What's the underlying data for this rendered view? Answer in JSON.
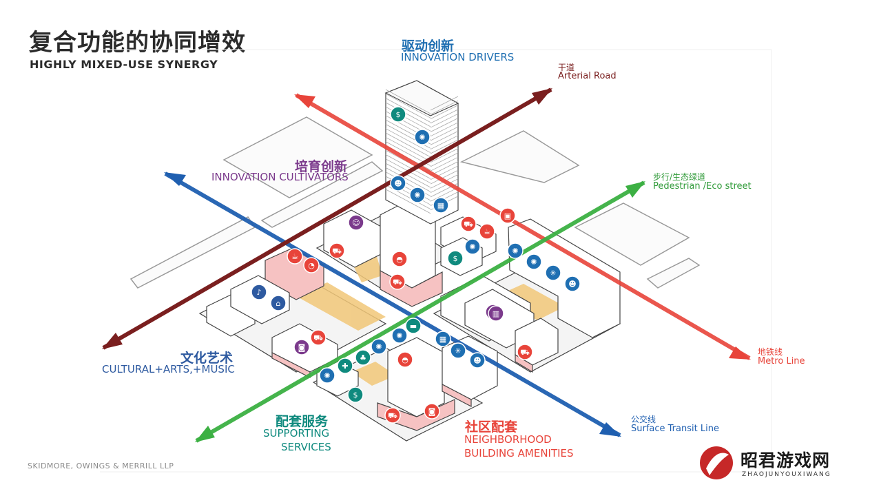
{
  "title": {
    "cn": "复合功能的协同增效",
    "en": "HIGHLY MIXED-USE SYNERGY"
  },
  "footer": "SKIDMORE, OWINGS & MERRILL LLP",
  "categories": {
    "drivers": {
      "cn": "驱动创新",
      "en": "INNOVATION DRIVERS",
      "color": "#1f6fb2"
    },
    "cultivators": {
      "cn": "培育创新",
      "en": "INNOVATION CULTIVATORS",
      "color": "#7b3a8c"
    },
    "culture": {
      "cn": "文化艺术",
      "en": "CULTURAL+ARTS,+MUSIC",
      "color": "#2e5aa0"
    },
    "supporting": {
      "cn": "配套服务",
      "en1": "SUPPORTING",
      "en2": "SERVICES",
      "color": "#0f8a7e"
    },
    "neighborhood": {
      "cn": "社区配套",
      "en1": "NEIGHBORHOOD",
      "en2": "BUILDING AMENITIES",
      "color": "#e8443a"
    }
  },
  "routes": {
    "arterial": {
      "cn": "干道",
      "en": "Arterial Road",
      "color": "#7a1f1f"
    },
    "pedestrian": {
      "cn": "步行/生态绿道",
      "en": "Pedestrian /Eco street",
      "color": "#3cb043"
    },
    "metro": {
      "cn": "地铁线",
      "en": "Metro Line",
      "color": "#e8443a"
    },
    "transit": {
      "cn": "公交线",
      "en": "Surface Transit Line",
      "color": "#1f5fb0"
    }
  },
  "watermark": {
    "text": "昭君游戏网",
    "sub": "ZHAOJUNYOUXIWANG"
  },
  "icons": [
    {
      "name": "dollar-icon",
      "color": "#0f8a7e"
    },
    {
      "name": "brain-icon",
      "color": "#1f6fb2"
    },
    {
      "name": "person-icon",
      "color": "#1f6fb2"
    },
    {
      "name": "brain-icon",
      "color": "#1f6fb2"
    },
    {
      "name": "presentation-icon",
      "color": "#1f6fb2"
    },
    {
      "name": "robot-icon",
      "color": "#7b3a8c"
    },
    {
      "name": "cart-icon",
      "color": "#e8443a"
    },
    {
      "name": "coffee-icon",
      "color": "#e8443a"
    },
    {
      "name": "train-icon",
      "color": "#e8443a"
    },
    {
      "name": "brain-icon",
      "color": "#1f6fb2"
    },
    {
      "name": "dollar-icon",
      "color": "#0f8a7e"
    },
    {
      "name": "brain-icon",
      "color": "#1f6fb2"
    },
    {
      "name": "brain-icon",
      "color": "#1f6fb2"
    },
    {
      "name": "network-icon",
      "color": "#1f6fb2"
    },
    {
      "name": "person-icon",
      "color": "#1f6fb2"
    },
    {
      "name": "theater-icon",
      "color": "#2e5aa0"
    },
    {
      "name": "museum-icon",
      "color": "#2e5aa0"
    },
    {
      "name": "coffee-icon",
      "color": "#e8443a"
    },
    {
      "name": "pizza-icon",
      "color": "#e8443a"
    },
    {
      "name": "cart-icon",
      "color": "#e8443a"
    },
    {
      "name": "food-icon",
      "color": "#e8443a"
    },
    {
      "name": "cart-icon",
      "color": "#e8443a"
    },
    {
      "name": "car-icon",
      "color": "#7b3a8c"
    },
    {
      "name": "cart-icon",
      "color": "#e8443a"
    },
    {
      "name": "museum-icon",
      "color": "#7b3a8c"
    },
    {
      "name": "cart-icon",
      "color": "#e8443a"
    },
    {
      "name": "brain-icon",
      "color": "#1f6fb2"
    },
    {
      "name": "brain-icon",
      "color": "#1f6fb2"
    },
    {
      "name": "presentation-icon",
      "color": "#1f6fb2"
    },
    {
      "name": "network-icon",
      "color": "#1f6fb2"
    },
    {
      "name": "person-icon",
      "color": "#1f6fb2"
    },
    {
      "name": "bench-icon",
      "color": "#0f8a7e"
    },
    {
      "name": "tree-icon",
      "color": "#0f8a7e"
    },
    {
      "name": "cross-icon",
      "color": "#0f8a7e"
    },
    {
      "name": "dollar-icon",
      "color": "#0f8a7e"
    },
    {
      "name": "brain-icon",
      "color": "#1f6fb2"
    },
    {
      "name": "food-icon",
      "color": "#e8443a"
    },
    {
      "name": "cart-icon",
      "color": "#e8443a"
    },
    {
      "name": "car-icon",
      "color": "#e8443a"
    },
    {
      "name": "building-icon",
      "color": "#7b3a8c"
    }
  ]
}
